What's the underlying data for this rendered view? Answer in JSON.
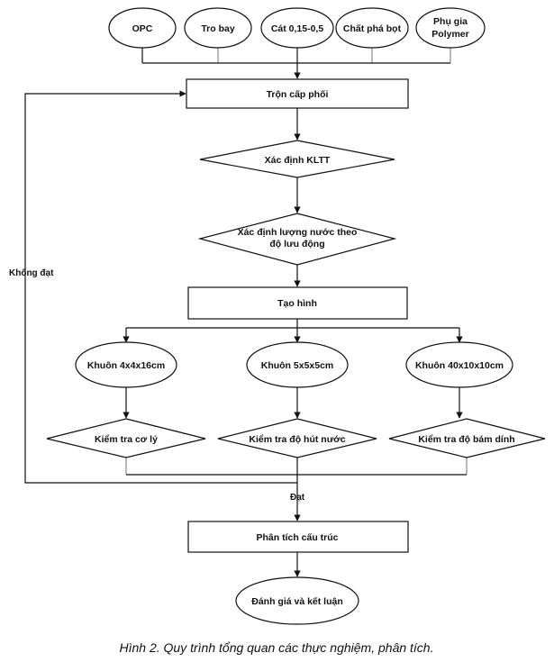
{
  "inputs": {
    "opc": "OPC",
    "tro_bay": "Tro bay",
    "cat": "Cát 0,15-0,5",
    "chat_pha_bot": "Chất phá bọt",
    "phu_gia_1": "Phụ gia",
    "phu_gia_2": "Polymer"
  },
  "steps": {
    "tron_cap_phoi": "Trộn cấp phối",
    "xac_dinh_kltt": "Xác định KLTT",
    "xac_dinh_nuoc_1": "Xác định lượng nước theo",
    "xac_dinh_nuoc_2": "độ lưu động",
    "tao_hinh": "Tạo hình",
    "phan_tich_cau_truc": "Phân tích cấu trúc",
    "danh_gia": "Đánh giá và kết luận"
  },
  "molds": {
    "khuon_1": "Khuôn 4x4x16cm",
    "khuon_2": "Khuôn 5x5x5cm",
    "khuon_3": "Khuôn 40x10x10cm"
  },
  "tests": {
    "kiem_tra_1": "Kiểm tra cơ lý",
    "kiem_tra_2": "Kiểm tra độ hút nước",
    "kiem_tra_3": "Kiểm tra độ bám dính"
  },
  "labels": {
    "khong_dat": "Không đạt",
    "dat": "Đạt"
  },
  "caption": "Hình 2. Quy trình tổng quan các thực nghiệm, phân tích."
}
